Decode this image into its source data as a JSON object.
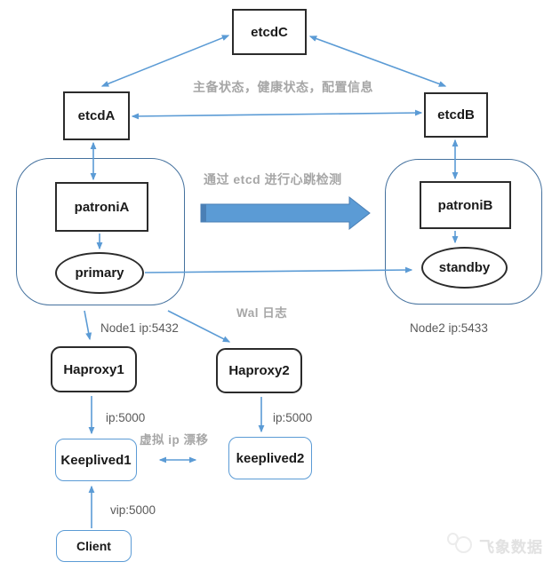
{
  "nodes": {
    "etcdC": {
      "label": "etcdC"
    },
    "etcdA": {
      "label": "etcdA"
    },
    "etcdB": {
      "label": "etcdB"
    },
    "patroniA": {
      "label": "patroniA"
    },
    "patroniB": {
      "label": "patroniB"
    },
    "primary": {
      "label": "primary"
    },
    "standby": {
      "label": "standby"
    },
    "haproxy1": {
      "label": "Haproxy1"
    },
    "haproxy2": {
      "label": "Haproxy2"
    },
    "keeplived1": {
      "label": "Keeplived1"
    },
    "keeplived2": {
      "label": "keeplived2"
    },
    "client": {
      "label": "Client"
    }
  },
  "edge_labels": {
    "etcd_status": "主备状态，健康状态，配置信息",
    "heartbeat": "通过 etcd 进行心跳检测",
    "wal": "Wal 日志",
    "node1": "Node1 ip:5432",
    "node2": "Node2 ip:5433",
    "ip_left": "ip:5000",
    "ip_right": "ip:5000",
    "vip_drift": "虚拟 ip 漂移",
    "vip": "vip:5000"
  },
  "watermark": {
    "text": "飞象数据"
  },
  "colors": {
    "arrow_blue": "#5B9BD5",
    "big_arrow_fill": "#5B9BD5",
    "big_arrow_bevel": "#4a7fb5",
    "container_border": "#44719e",
    "hard_node_border": "#2b2b2b",
    "soft_node_border": "#5B9BD5",
    "label_gray": "#a6a6a6",
    "label_dark": "#595959",
    "watermark_gray": "#e2e2e2"
  }
}
